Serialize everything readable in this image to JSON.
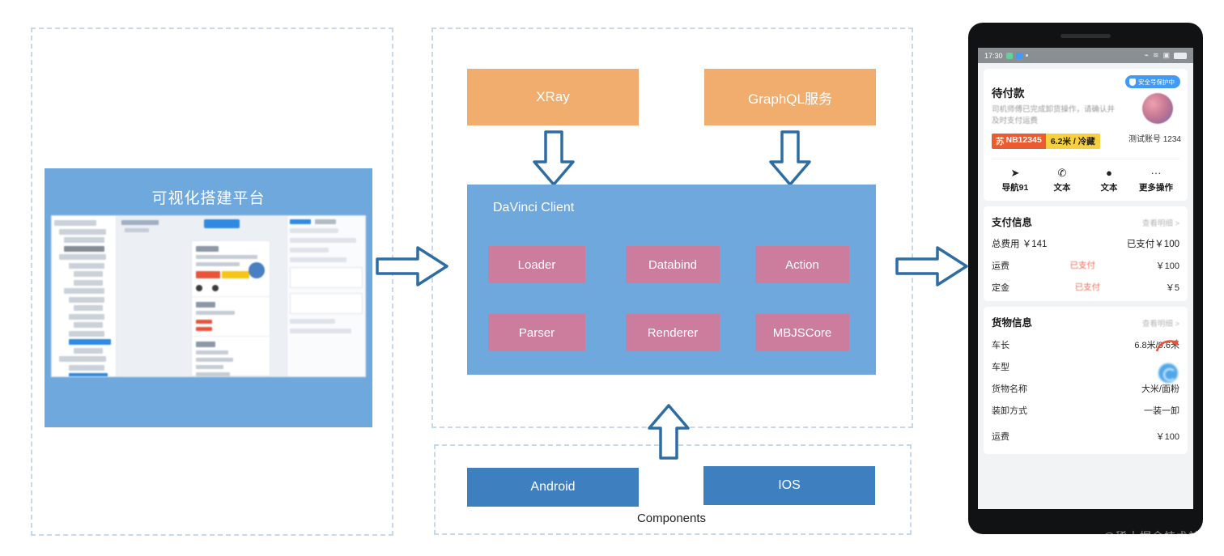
{
  "diagram": {
    "groups": {
      "left_group": "",
      "middle_group": "",
      "components_group": ""
    },
    "left_panel": {
      "title": "可视化搭建平台",
      "screenshot_alt": "visual-builder-screenshot"
    },
    "services": [
      {
        "id": "xray",
        "label": "XRay",
        "color": "#f0ad6e"
      },
      {
        "id": "graphql",
        "label": "GraphQL服务",
        "color": "#f0ad6e"
      }
    ],
    "davinci": {
      "title": "DaVinci Client",
      "color": "#6fa8dc",
      "modules": [
        {
          "id": "loader",
          "label": "Loader"
        },
        {
          "id": "databind",
          "label": "Databind"
        },
        {
          "id": "action",
          "label": "Action"
        },
        {
          "id": "parser",
          "label": "Parser"
        },
        {
          "id": "renderer",
          "label": "Renderer"
        },
        {
          "id": "mbjscore",
          "label": "MBJSCore"
        }
      ],
      "module_color": "#cc7c9c"
    },
    "platforms": {
      "caption": "Components",
      "items": [
        {
          "id": "android",
          "label": "Android"
        },
        {
          "id": "ios",
          "label": "IOS"
        }
      ],
      "color": "#3d7fbf"
    },
    "arrow_color": "#2e6da4"
  },
  "phone": {
    "status_bar": {
      "time": "17:30"
    },
    "order_card": {
      "safe_badge": "安全号保护中",
      "title": "待付款",
      "description": "司机师傅已完成卸货操作，请确认并及时支付运费",
      "plate_province": "苏",
      "plate_number": "NB12345",
      "spec": "6.2米 / 冷藏",
      "driver_name": "测试账号 1234",
      "actions": [
        {
          "id": "nav",
          "icon": "➤",
          "label": "导航91"
        },
        {
          "id": "call",
          "icon": "✆",
          "label": "文本"
        },
        {
          "id": "msg",
          "icon": "●",
          "label": "文本"
        },
        {
          "id": "more",
          "icon": "···",
          "label": "更多操作"
        }
      ]
    },
    "payment": {
      "title": "支付信息",
      "more": "查看明细 >",
      "total_label": "总费用 ￥141",
      "paid_label": "已支付￥100",
      "rows": [
        {
          "label": "运费",
          "status": "已支付",
          "value": "￥100"
        },
        {
          "label": "定金",
          "status": "已支付",
          "value": "￥5"
        }
      ]
    },
    "cargo": {
      "title": "货物信息",
      "more": "查看明细 >",
      "rows": [
        {
          "label": "车长",
          "value": "6.8米/9.6米"
        },
        {
          "label": "车型",
          "value": ""
        },
        {
          "label": "货物名称",
          "value": "大米/面粉"
        },
        {
          "label": "装卸方式",
          "value": "一装一卸"
        },
        {
          "label": "运费",
          "value": "￥100"
        }
      ]
    }
  },
  "watermark": "@稀土掘金技术社区"
}
